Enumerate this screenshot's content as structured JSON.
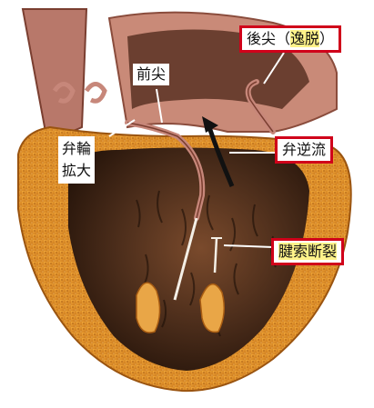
{
  "labels": {
    "anterior_leaflet": "前尖",
    "posterior_leaflet_prefix": "後尖（",
    "posterior_leaflet_highlight": "逸脱",
    "posterior_leaflet_suffix": "）",
    "annulus_line1": "弁輪",
    "annulus_line2": "拡大",
    "regurgitation": "弁逆流",
    "chordae_rupture": "腱索断裂"
  },
  "colors": {
    "callout_border": "#d0001a",
    "highlight": "#fff38a",
    "myocardium": "#d98a1c",
    "cavity": "#3a2416",
    "valve_tissue": "#b5705c"
  }
}
